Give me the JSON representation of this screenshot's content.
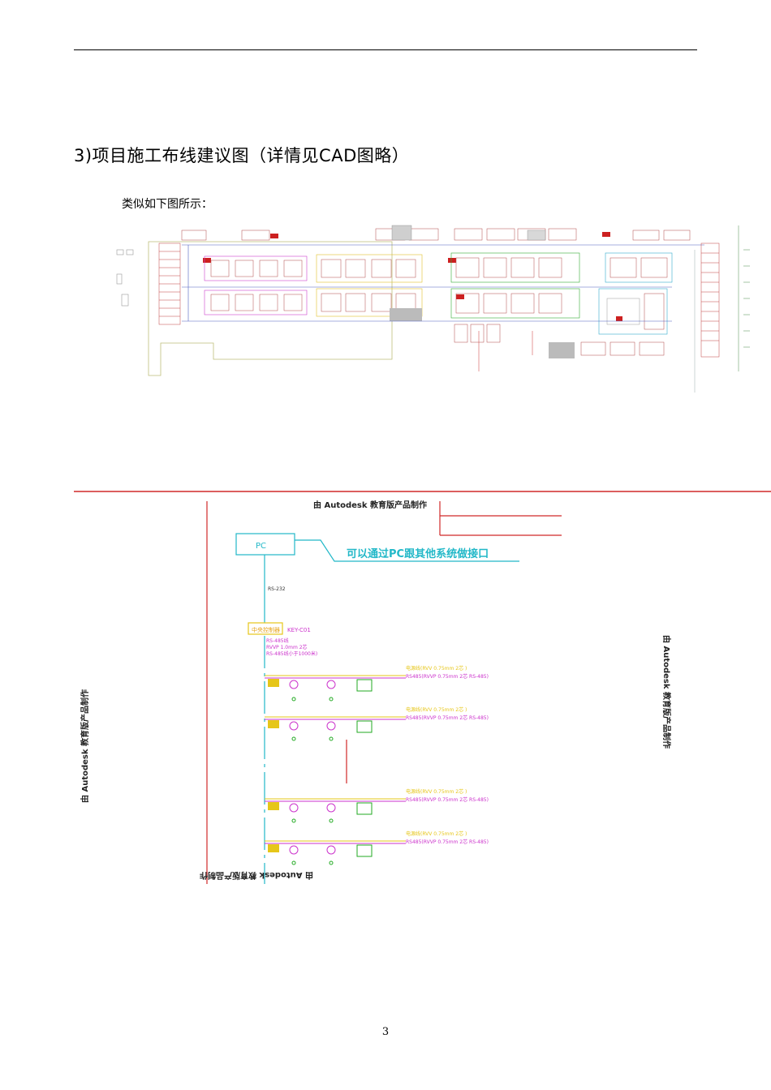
{
  "heading": "3)项目施工布线建议图（详情见CAD图略）",
  "subtext": "类似如下图所示：",
  "page_number": "3",
  "diagram": {
    "watermark": "由 Autodesk 教育版产品制作",
    "pc_label": "PC",
    "interface_note": "可以通过PC跟其他系统做接口",
    "rs232_label": "RS-232",
    "controller_label": "中央控制器",
    "controller_model": "KEY-C01",
    "rs485_spec_1": "RS-485线",
    "rs485_spec_2": "RVVP 1.0mm 2芯",
    "rs485_spec_3": "RS-485线小于1000米)",
    "power_line": "电源线(RVV 0.75mm 2芯 )",
    "bus_line": "RS485(RVVP 0.75mm 2芯 RS-485)"
  },
  "colors": {
    "cyan": "#22b8c8",
    "red": "#cc2a2a",
    "magenta": "#cc33cc",
    "green": "#22aa22",
    "yellow": "#e6c619"
  }
}
